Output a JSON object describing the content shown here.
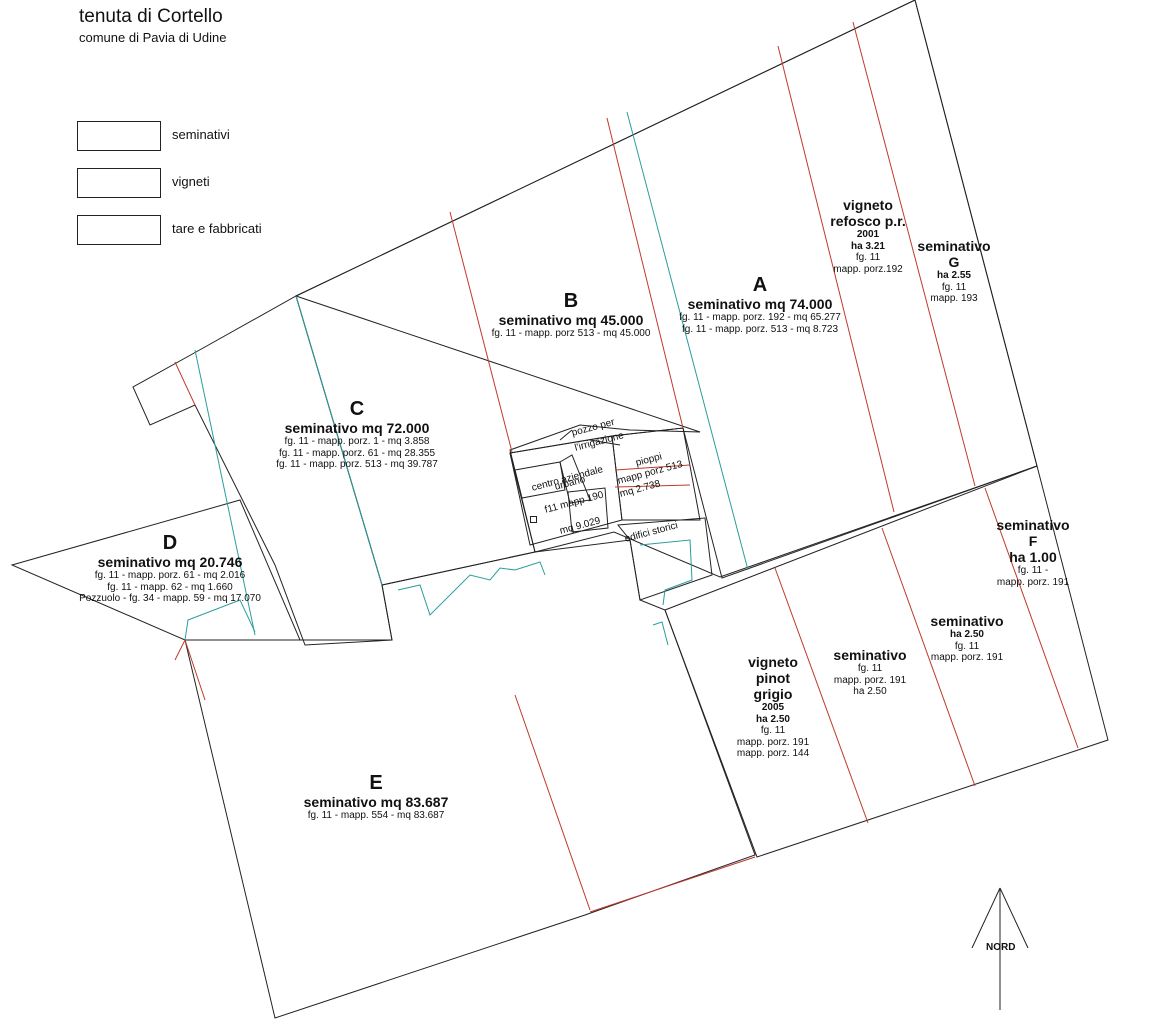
{
  "header": {
    "title": "tenuta di Cortello",
    "subtitle": "comune di Pavia di Udine"
  },
  "legend": [
    {
      "label": "seminativi"
    },
    {
      "label": "vigneti"
    },
    {
      "label": "tare e fabbricati"
    }
  ],
  "parcels": {
    "A": {
      "letter": "A",
      "name": "seminativo mq 74.000",
      "line1": "fg. 11 - mapp. porz. 192  - mq 65.277",
      "line2": "fg. 11 - mapp. porz. 513 - mq 8.723"
    },
    "B": {
      "letter": "B",
      "name": "seminativo mq 45.000",
      "line1": "fg. 11 - mapp. porz 513 - mq 45.000"
    },
    "C": {
      "letter": "C",
      "name": "seminativo mq 72.000",
      "line1": "fg. 11 - mapp. porz. 1 - mq  3.858",
      "line2": "fg. 11 - mapp. porz. 61 - mq 28.355",
      "line3": "fg. 11 - mapp. porz. 513 - mq 39.787"
    },
    "D": {
      "letter": "D",
      "name": "seminativo mq 20.746",
      "line1": "fg. 11 - mapp. porz. 61 - mq  2.016",
      "line2": "fg. 11 - mapp. 62 - mq 1.660",
      "line3": "Pozzuolo - fg. 34 - mapp. 59 - mq 17.070"
    },
    "E": {
      "letter": "E",
      "name": "seminativo mq 83.687",
      "line1": "fg. 11 - mapp. 554 - mq 83.687"
    },
    "G": {
      "line1": "seminativo",
      "line2": "G",
      "line3": "ha 2.55",
      "line4": "fg. 11",
      "line5": "mapp. 193"
    },
    "F": {
      "line1": "seminativo",
      "line2": "F",
      "line3": "ha 1.00",
      "line4": "fg. 11 -",
      "line5": "mapp. porz. 191"
    },
    "vigneto_refosco": {
      "line1": "vigneto",
      "line2": "refosco p.r.",
      "year": "2001",
      "ha": "ha 3.21",
      "fg": "fg. 11",
      "mapp": "mapp. porz.192"
    },
    "vigneto_pinot": {
      "line1": "vigneto",
      "line2": "pinot",
      "line3": "grigio",
      "year": "2005",
      "ha": "ha 2.50",
      "fg": "fg. 11",
      "mapp1": "mapp. porz. 191",
      "mapp2": "mapp. porz. 144"
    },
    "seminativo_mid": {
      "line1": "seminativo",
      "fg": "fg. 11",
      "mapp": "mapp. porz. 191",
      "ha": "ha 2.50"
    },
    "seminativo_right": {
      "line1": "seminativo",
      "ha": "ha 2.50",
      "fg": "fg. 11",
      "mapp": "mapp. porz. 191"
    }
  },
  "center_labels": {
    "pozzo1": "pozzo per",
    "pozzo2": "l'irrigazione",
    "centro1": "centro aziendale",
    "centro2": "urbano",
    "centro3": "f11 mapp 190",
    "centro4": "mq 9.029",
    "pioppi1": "pioppi",
    "pioppi2": "mapp porz 513",
    "pioppi3": "mq 2.738",
    "edifici": "edifici storici"
  },
  "north": "NORD",
  "colors": {
    "boundary": "#222222",
    "red_line": "#c0392b",
    "teal_line": "#2a9d9d"
  }
}
